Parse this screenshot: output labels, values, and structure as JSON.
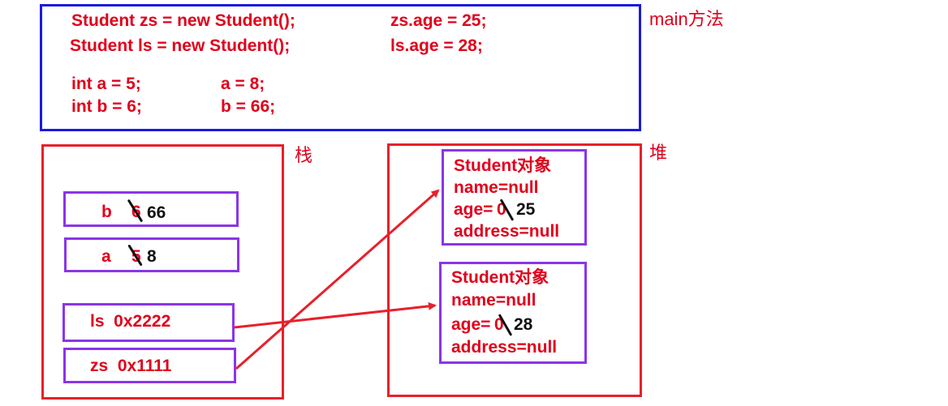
{
  "main_method": {
    "label": "main方法",
    "code_lines": [
      {
        "left": "Student zs = new Student();",
        "right": "zs.age = 25;"
      },
      {
        "left": "Student ls = new Student();",
        "right": "ls.age = 28;"
      },
      {
        "left": "int a = 5;",
        "right": "a = 8;"
      },
      {
        "left": "int b = 6;",
        "right": "b = 66;"
      }
    ]
  },
  "stack": {
    "label": "栈",
    "cells": [
      {
        "name": "b",
        "old": "6",
        "new": "66"
      },
      {
        "name": "a",
        "old": "5",
        "new": "8"
      },
      {
        "text": "ls  0x2222"
      },
      {
        "text": "zs  0x1111"
      }
    ]
  },
  "heap": {
    "label": "堆",
    "objects": [
      {
        "title": "Student对象",
        "name": "name=null",
        "age_prefix": "age=",
        "age_old": "0",
        "age_new": "25",
        "address": "address=null"
      },
      {
        "title": "Student对象",
        "name": "name=null",
        "age_prefix": "age=",
        "age_old": "0",
        "age_new": "28",
        "address": "address=null"
      }
    ]
  },
  "colors": {
    "text_red": "#e0001b",
    "method_border": "#1a1adf",
    "region_border": "#e8202a",
    "cell_border": "#8a35e8",
    "arrow": "#e8202a"
  }
}
